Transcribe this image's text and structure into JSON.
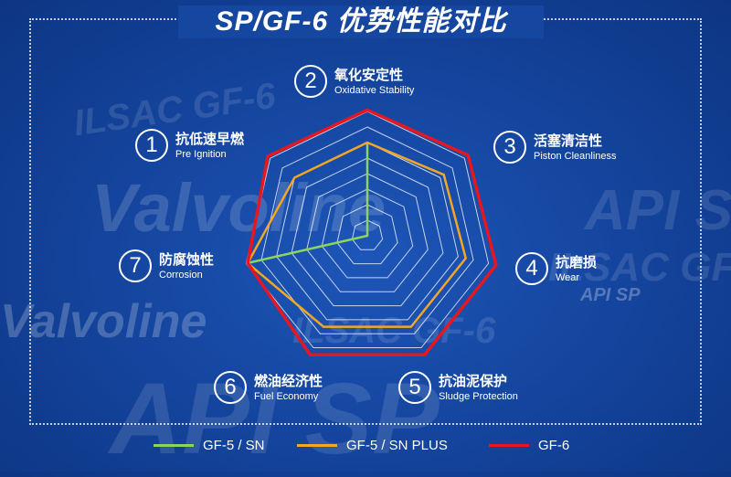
{
  "title": "SP/GF-6 优势性能对比",
  "watermarks": [
    "ILSAC GF-6",
    "Valvoline",
    "API SP",
    "ILSAC GF-6",
    "API SP",
    "Valvoline",
    "ILSAC GF-6",
    "API SP"
  ],
  "chart_data": {
    "type": "radar",
    "levels": 8,
    "axes": [
      {
        "number": "1",
        "zh": "抗低速早燃",
        "en": "Pre Ignition"
      },
      {
        "number": "2",
        "zh": "氧化安定性",
        "en": "Oxidative Stability"
      },
      {
        "number": "3",
        "zh": "活塞清洁性",
        "en": "Piston Cleanliness"
      },
      {
        "number": "4",
        "zh": "抗磨损",
        "en": "Wear"
      },
      {
        "number": "5",
        "zh": "抗油泥保护",
        "en": "Sludge Protection"
      },
      {
        "number": "6",
        "zh": "燃油经济性",
        "en": "Fuel Economy"
      },
      {
        "number": "7",
        "zh": "防腐蚀性",
        "en": "Corrosion"
      }
    ],
    "series": [
      {
        "name": "GF-5 / SN",
        "color": "#8dd35f",
        "values": [
          0,
          6,
          0,
          0,
          0,
          0,
          7.9
        ]
      },
      {
        "name": "GF-5 / SN PLUS",
        "color": "#f5a623",
        "values": [
          6,
          6,
          6.3,
          6.5,
          6.5,
          6.5,
          7.9
        ]
      },
      {
        "name": "GF-6",
        "color": "#e8161f",
        "values": [
          8.2,
          8.1,
          8.3,
          8.5,
          8.5,
          8.5,
          7.9
        ]
      }
    ]
  }
}
